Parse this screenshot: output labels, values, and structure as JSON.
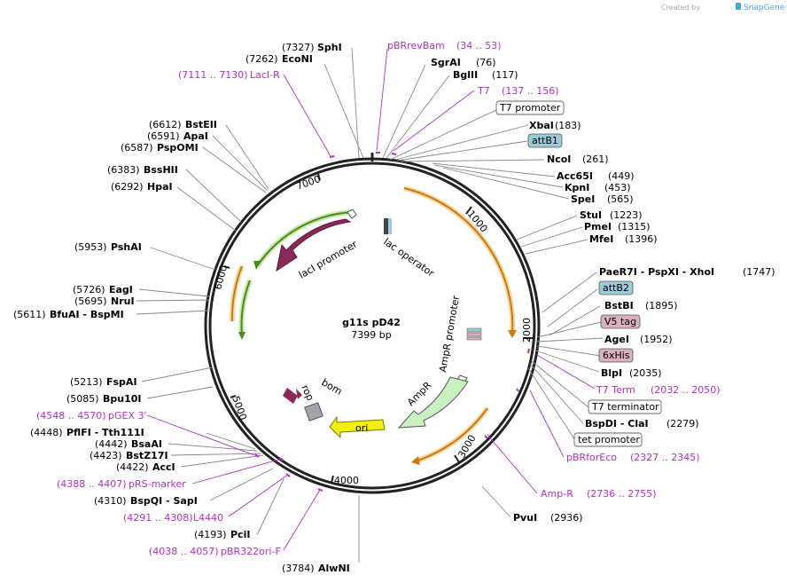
{
  "brand": {
    "prefix": "Created by",
    "name": "SnapGene"
  },
  "map": {
    "name": "g11s pD42",
    "size": "7399 bp"
  },
  "ticks": [
    "1000",
    "2000",
    "3000",
    "4000",
    "5000",
    "6000",
    "7000"
  ],
  "features": {
    "lacI": "lacI",
    "laci_promoter": "lacI promoter",
    "lac_operator": "lac operator",
    "ampr_promoter": "AmpR promoter",
    "ampr": "AmpR",
    "ori": "ori",
    "rop": "rop",
    "bom": "bom"
  },
  "sites_right": [
    {
      "name": "SphI",
      "pos": "(7327)"
    },
    {
      "name": "EcoNI",
      "pos": "(7262)"
    },
    {
      "name": "SgrAI",
      "pos": "(76)"
    },
    {
      "name": "BglII",
      "pos": "(117)"
    },
    {
      "name": "XbaI",
      "pos": "(183)"
    },
    {
      "name": "NcoI",
      "pos": "(261)"
    },
    {
      "name": "Acc65I",
      "pos": "(449)"
    },
    {
      "name": "KpnI",
      "pos": "(453)"
    },
    {
      "name": "SpeI",
      "pos": "(565)"
    },
    {
      "name": "StuI",
      "pos": "(1223)"
    },
    {
      "name": "PmeI",
      "pos": "(1315)"
    },
    {
      "name": "MfeI",
      "pos": "(1396)"
    },
    {
      "name": "PaeR7I - PspXI - XhoI",
      "pos": "(1747)"
    },
    {
      "name": "BstBI",
      "pos": "(1895)"
    },
    {
      "name": "AgeI",
      "pos": "(1952)"
    },
    {
      "name": "BlpI",
      "pos": "(2035)"
    },
    {
      "name": "BspDI - ClaI",
      "pos": "(2279)"
    },
    {
      "name": "PvuI",
      "pos": "(2936)"
    },
    {
      "name": "AlwNI",
      "pos": "(3784)"
    },
    {
      "name": "PciI",
      "pos": "(4193)"
    }
  ],
  "sites_left": [
    {
      "pos": "(6612)",
      "name": "BstEII"
    },
    {
      "pos": "(6591)",
      "name": "ApaI"
    },
    {
      "pos": "(6587)",
      "name": "PspOMI"
    },
    {
      "pos": "(6383)",
      "name": "BssHII"
    },
    {
      "pos": "(6292)",
      "name": "HpaI"
    },
    {
      "pos": "(5953)",
      "name": "PshAI"
    },
    {
      "pos": "(5726)",
      "name": "EagI"
    },
    {
      "pos": "(5695)",
      "name": "NruI"
    },
    {
      "pos": "(5611)",
      "name": "BfuAI - BspMI"
    },
    {
      "pos": "(5213)",
      "name": "FspAI"
    },
    {
      "pos": "(5085)",
      "name": "Bpu10I"
    },
    {
      "pos": "(4448)",
      "name": "PflFI - Tth111I"
    },
    {
      "pos": "(4442)",
      "name": "BsaAI"
    },
    {
      "pos": "(4423)",
      "name": "BstZ17I"
    },
    {
      "pos": "(4422)",
      "name": "AccI"
    },
    {
      "pos": "(4310)",
      "name": "BspQI - SapI"
    }
  ],
  "primers": [
    {
      "name": "pBRrevBam",
      "range": "(34 .. 53)"
    },
    {
      "name": "T7",
      "range": "(137 .. 156)"
    },
    {
      "name": "LacI-R",
      "range": "(7111 .. 7130)"
    },
    {
      "name": "T7 Term",
      "range": "(2032 .. 2050)"
    },
    {
      "name": "pBRforEco",
      "range": "(2327 .. 2345)"
    },
    {
      "name": "Amp-R",
      "range": "(2736 .. 2755)"
    },
    {
      "name": "pGEX 3'",
      "range": "(4548 .. 4570)"
    },
    {
      "name": "pRS-marker",
      "range": "(4388 .. 4407)"
    },
    {
      "name": "L4440",
      "range": "(4291 .. 4308)"
    },
    {
      "name": "pBR322ori-F",
      "range": "(4038 .. 4057)"
    }
  ],
  "boxes": {
    "t7_promoter": "T7 promoter",
    "attB1": "attB1",
    "attB2": "attB2",
    "v5_tag": "V5 tag",
    "his6": "6xHis",
    "t7_terminator": "T7 terminator",
    "tet_promoter": "tet promoter"
  },
  "colors": {
    "backbone": "#222222",
    "lacI": "#8b2a5a",
    "promoter_green": "#4a8a1e",
    "ori": "#f2ee10",
    "ampr": "#c8f0c0",
    "orange_arc": "#d88a1c",
    "primer": "#b030c8",
    "att_box": "#9ccad8",
    "tag_box": "#dbaec0"
  }
}
